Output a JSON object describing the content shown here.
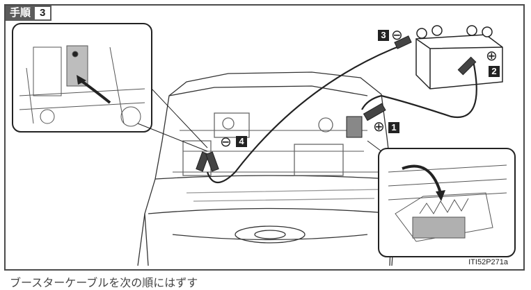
{
  "step": {
    "label": "手順",
    "number": "3"
  },
  "callouts": {
    "c1": "1",
    "c2": "2",
    "c3": "3",
    "c4": "4"
  },
  "signs": {
    "plus": "⊕",
    "minus": "⊖"
  },
  "figure_id": "ITI52P271a",
  "bottom_text": "ブースターケーブルを次の順にはずす",
  "colors": {
    "frame": "#4a4a4a",
    "tag": "#5b5b5b",
    "line": "#222222"
  }
}
